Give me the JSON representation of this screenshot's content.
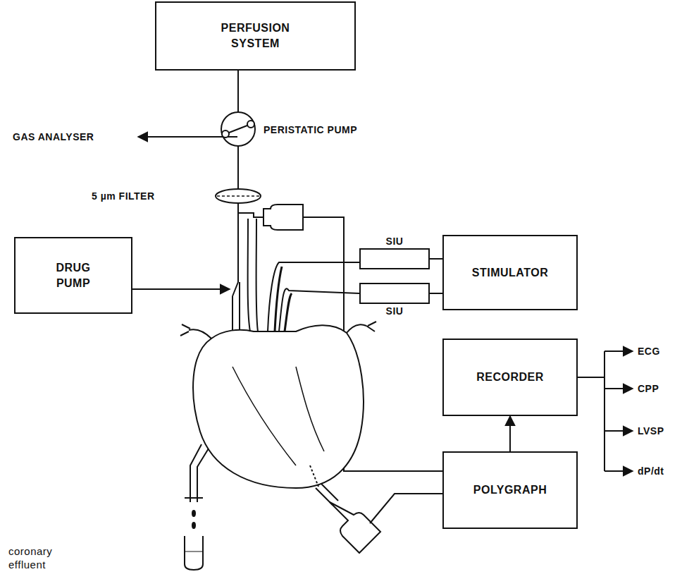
{
  "diagram": {
    "nodes": [
      {
        "text": [
          "PERFUSION SYSTEM"
        ]
      },
      {
        "text": [
          "DRUG PUMP"
        ]
      },
      {
        "text": [
          "SIU"
        ]
      },
      {
        "text": [
          "STIMULATOR"
        ]
      },
      {
        "text": [
          "SIU"
        ]
      },
      {
        "text": [
          "RECORDER"
        ]
      },
      {
        "text": [
          "POLYGRAPH"
        ]
      }
    ],
    "edges": [
      {
        "from": 2,
        "to": 3,
        "arrow": "none"
      },
      {
        "from": 4,
        "to": 3,
        "arrow": "none"
      },
      {
        "from": 6,
        "to": 5,
        "arrow": "to"
      }
    ],
    "labels": [
      "GAS ANALYSER",
      "PERISTATIC PUMP",
      "5 µm FILTER",
      "ECG",
      "CPP",
      "LVSP",
      "dP/dt",
      "coronary effluent"
    ]
  }
}
